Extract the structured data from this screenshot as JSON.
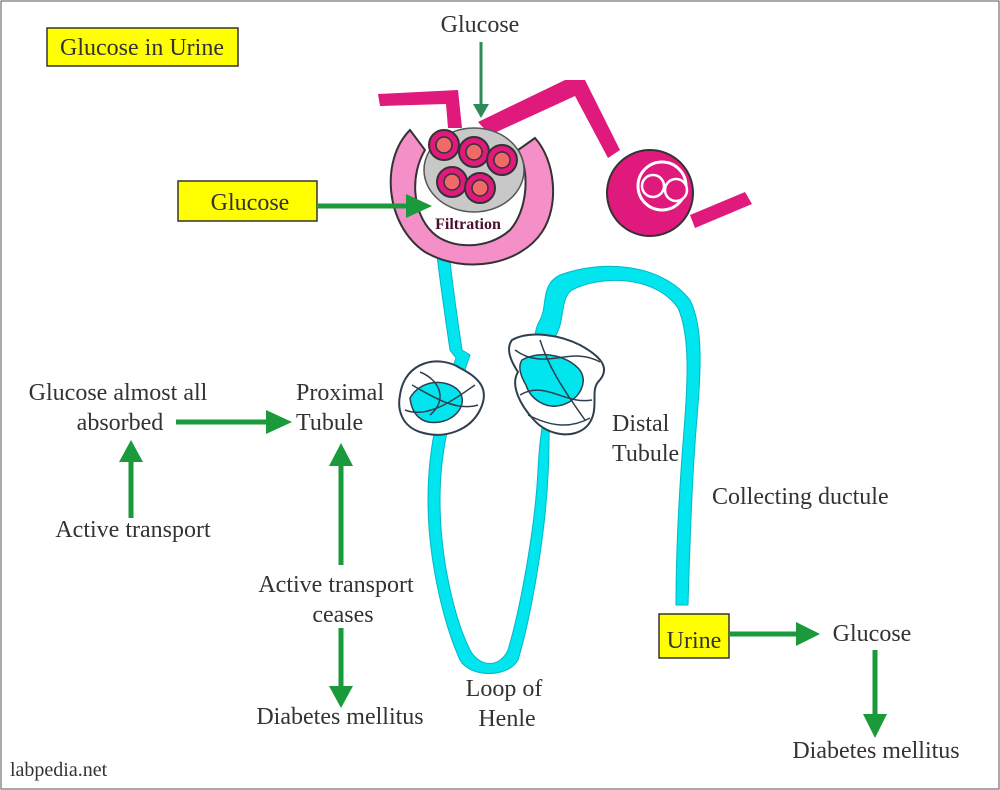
{
  "title_box": "Glucose in Urine",
  "labels": {
    "glucose_top": "Glucose",
    "glucose_box": "Glucose",
    "filtration": "Filtration",
    "almost_all_1": "Glucose almost all",
    "almost_all_2": "absorbed",
    "active_transport": "Active transport",
    "proximal_1": "Proximal",
    "proximal_2": "Tubule",
    "ceases_1": "Active transport",
    "ceases_2": "ceases",
    "diabetes_left": "Diabetes mellitus",
    "loop_1": "Loop of",
    "loop_2": "Henle",
    "distal_1": "Distal",
    "distal_2": "Tubule",
    "collecting": "Collecting ductule",
    "urine_box": "Urine",
    "glucose_right": "Glucose",
    "diabetes_right": "Diabetes mellitus",
    "source": "labpedia.net"
  },
  "colors": {
    "highlight": "#ffff00",
    "arrow": "#1a9a3a",
    "arrow_top": "#2e8b57",
    "tubule": "#00e5ee",
    "vessel": "#e0197d",
    "capsule": "#f48fc8",
    "cell_fill": "#f06a6a",
    "background": "#ffffff"
  }
}
